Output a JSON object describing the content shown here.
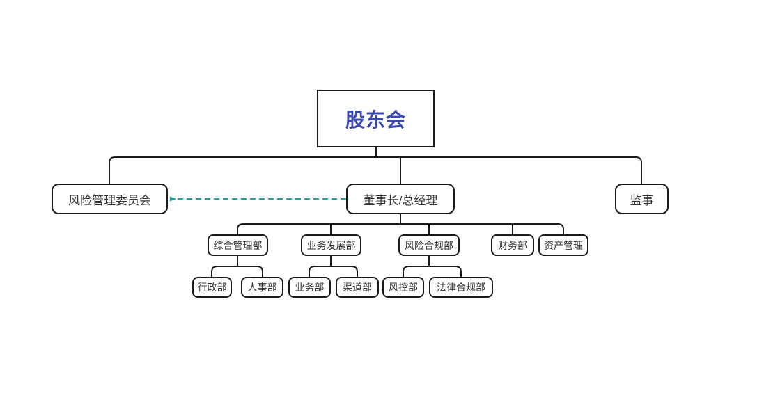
{
  "diagram": {
    "type": "org-chart",
    "title": "股东会"
  },
  "nodes": {
    "shareholders": {
      "label": "股东会",
      "level": 1
    },
    "risk_committee": {
      "label": "风险管理委员会",
      "level": 2
    },
    "chairman_gm": {
      "label": "董事长/总经理",
      "level": 2
    },
    "supervisor": {
      "label": "监事",
      "level": 2
    },
    "general_admin": {
      "label": "综合管理部",
      "level": 3
    },
    "business_dev": {
      "label": "业务发展部",
      "level": 3
    },
    "risk_compliance": {
      "label": "风险合规部",
      "level": 3
    },
    "finance": {
      "label": "财务部",
      "level": 3
    },
    "asset_mgmt": {
      "label": "资产管理",
      "level": 3
    },
    "admin_dept": {
      "label": "行政部",
      "level": 4
    },
    "hr_dept": {
      "label": "人事部",
      "level": 4
    },
    "business_dept": {
      "label": "业务部",
      "level": 4
    },
    "channel_dept": {
      "label": "渠道部",
      "level": 4
    },
    "risk_control_dept": {
      "label": "风控部",
      "level": 4
    },
    "legal_compliance": {
      "label": "法律合规部",
      "level": 4
    }
  },
  "edges": [
    {
      "from": "shareholders",
      "to": "risk_committee",
      "style": "solid"
    },
    {
      "from": "shareholders",
      "to": "chairman_gm",
      "style": "solid"
    },
    {
      "from": "shareholders",
      "to": "supervisor",
      "style": "solid"
    },
    {
      "from": "chairman_gm",
      "to": "general_admin",
      "style": "solid"
    },
    {
      "from": "chairman_gm",
      "to": "business_dev",
      "style": "solid"
    },
    {
      "from": "chairman_gm",
      "to": "risk_compliance",
      "style": "solid"
    },
    {
      "from": "chairman_gm",
      "to": "finance",
      "style": "solid"
    },
    {
      "from": "chairman_gm",
      "to": "asset_mgmt",
      "style": "solid"
    },
    {
      "from": "general_admin",
      "to": "admin_dept",
      "style": "solid"
    },
    {
      "from": "general_admin",
      "to": "hr_dept",
      "style": "solid"
    },
    {
      "from": "business_dev",
      "to": "business_dept",
      "style": "solid"
    },
    {
      "from": "business_dev",
      "to": "channel_dept",
      "style": "solid"
    },
    {
      "from": "risk_compliance",
      "to": "risk_control_dept",
      "style": "solid"
    },
    {
      "from": "risk_compliance",
      "to": "legal_compliance",
      "style": "solid"
    },
    {
      "from": "chairman_gm",
      "to": "risk_committee",
      "style": "dashed-arrow"
    }
  ],
  "colors": {
    "accent_text": "#3a49b0",
    "node_border": "#1a1a1a",
    "node_text": "#333333",
    "connector": "#1a1a1a",
    "dashed_arrow": "#21a099",
    "canvas_bg": "#ffffff"
  }
}
